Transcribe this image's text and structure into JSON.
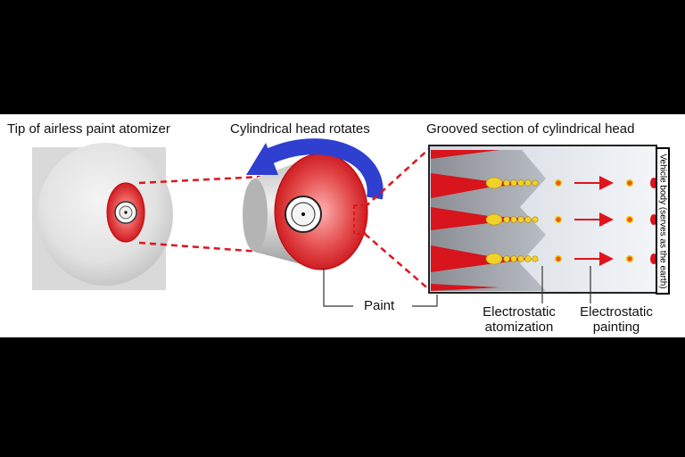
{
  "titles": {
    "tip": "Tip of airless paint atomizer",
    "rotates": "Cylindrical head rotates",
    "grooved": "Grooved section of cylindrical head"
  },
  "labels": {
    "paint": "Paint",
    "electrostatic_atomization": [
      "Electrostatic",
      "atomization"
    ],
    "electrostatic_painting": [
      "Electrostatic",
      "painting"
    ],
    "vehicle_body": "Vehicle body (serves as the earth)"
  },
  "colors": {
    "paint_red": "#d8141c",
    "arrow_blue": "#2f3fd0",
    "droplet_yellow": "#f2d22a",
    "dash_red": "#e0141c"
  }
}
